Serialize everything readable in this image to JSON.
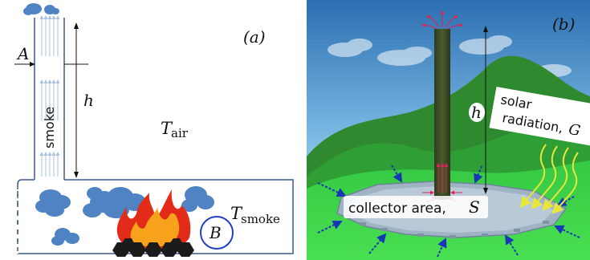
{
  "panel_a": {
    "label": "(a)",
    "area_label": "A",
    "height_label": "h",
    "smoke_word": "smoke",
    "t_symbol": "T",
    "t_air_sub": "air",
    "t_smoke_sub": "smoke",
    "point_label": "B"
  },
  "panel_b": {
    "label": "(b)",
    "height_label": "h",
    "solar_line1": "solar",
    "solar_line2": "radiation,",
    "solar_symbol": "G",
    "collector_text": "collector area,",
    "collector_symbol": "S"
  },
  "colors": {
    "smoke_blue": "#4f83c4",
    "chimney_outline": "#3c5a8a",
    "fire_red": "#e32b1a",
    "fire_orange": "#f7a21b",
    "coal_black": "#1b1b1b",
    "circle_blue": "#1f3fc8",
    "sky_top": "#2b6fb1",
    "sky_bottom": "#bfe3f6",
    "hill_green": "#2f8a2f",
    "grass_green": "#3fd14a",
    "tower_green": "#3a4a26",
    "collector_gray": "#9fb3c4",
    "inflow_arrow_blue": "#1636b5",
    "updraft_red": "#e0215a",
    "sun_ray_yellow": "#e9e63a"
  }
}
